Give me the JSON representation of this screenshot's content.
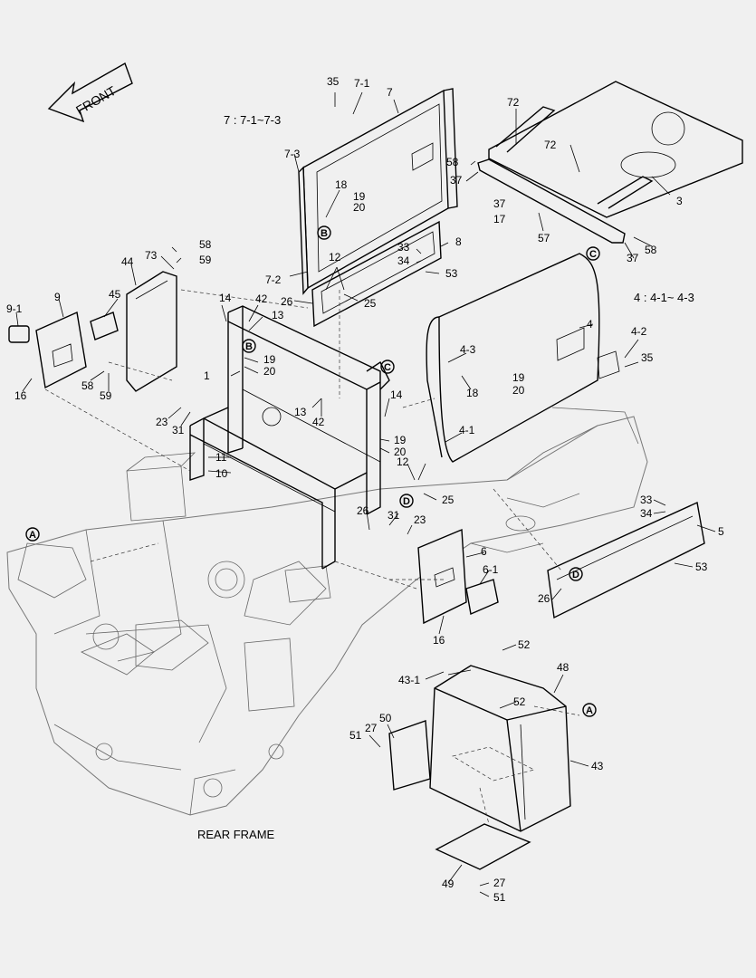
{
  "front_arrow": {
    "label": "FRONT"
  },
  "notes": {
    "assembly_7": "7 : 7-1~7-3",
    "assembly_4": "4 : 4-1~ 4-3",
    "rear_frame": "REAR FRAME"
  },
  "ref_circles": {
    "A": "A",
    "B": "B",
    "C": "C",
    "D": "D"
  },
  "callouts": [
    "35",
    "7-1",
    "7",
    "72",
    "72",
    "7-3",
    "58",
    "37",
    "18",
    "19",
    "20",
    "37",
    "17",
    "3",
    "58",
    "37",
    "57",
    "8",
    "33",
    "34",
    "53",
    "73",
    "58",
    "59",
    "44",
    "12",
    "9-1",
    "9",
    "45",
    "14",
    "42",
    "26",
    "25",
    "13",
    "4",
    "4-2",
    "35",
    "7-2",
    "4-3",
    "19",
    "20",
    "18",
    "19",
    "20",
    "16",
    "58",
    "59",
    "1",
    "23",
    "31",
    "13",
    "42",
    "14",
    "19",
    "20",
    "4-1",
    "11",
    "10",
    "12",
    "25",
    "26",
    "31",
    "23",
    "33",
    "34",
    "5",
    "6",
    "6-1",
    "53",
    "26",
    "16",
    "52",
    "48",
    "43-1",
    "52",
    "50",
    "51",
    "27",
    "43",
    "49",
    "27",
    "51",
    "4 : 4-1~ 4-3"
  ]
}
